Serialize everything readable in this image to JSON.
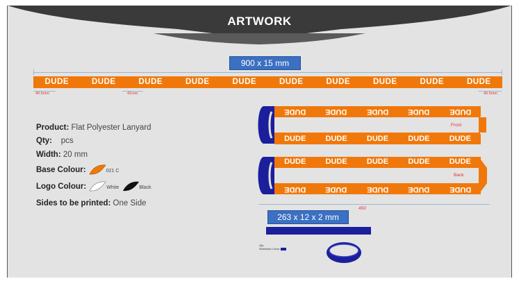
{
  "header": {
    "title": "ARTWORK"
  },
  "lanyard": {
    "dimension_label": "900 x 15 mm",
    "logo_text": "DUDE",
    "repeat_count": 10,
    "side_margin_left": "40.5mm",
    "side_margin_right": "40.5mm",
    "logo_spacing": "41mm"
  },
  "spec": {
    "product_label": "Product:",
    "product_value": "Flat Polyester Lanyard",
    "qty_label": "Qty:",
    "qty_value": "pcs",
    "width_label": "Width:",
    "width_value": "20 mm",
    "base_colour_label": "Base Colour:",
    "base_colour_code": "021 C",
    "logo_colour_label": "Logo Colour:",
    "logo_colour_white": "White",
    "logo_colour_black": "Black",
    "sides_label": "Sides to be printed:",
    "sides_value": "One Side"
  },
  "mockup": {
    "front_label": "Front",
    "back_label": "Back",
    "length_label": "450"
  },
  "wristband": {
    "dimension_label": "263 x 12 x 2 mm",
    "qty_text": "Qty:",
    "colour_text": "Wristband Colour:"
  },
  "colors": {
    "orange": "#f0780a",
    "navy": "#1c1f9c",
    "banner": "#3a3a3a",
    "callout_blue": "#3b70c2"
  }
}
